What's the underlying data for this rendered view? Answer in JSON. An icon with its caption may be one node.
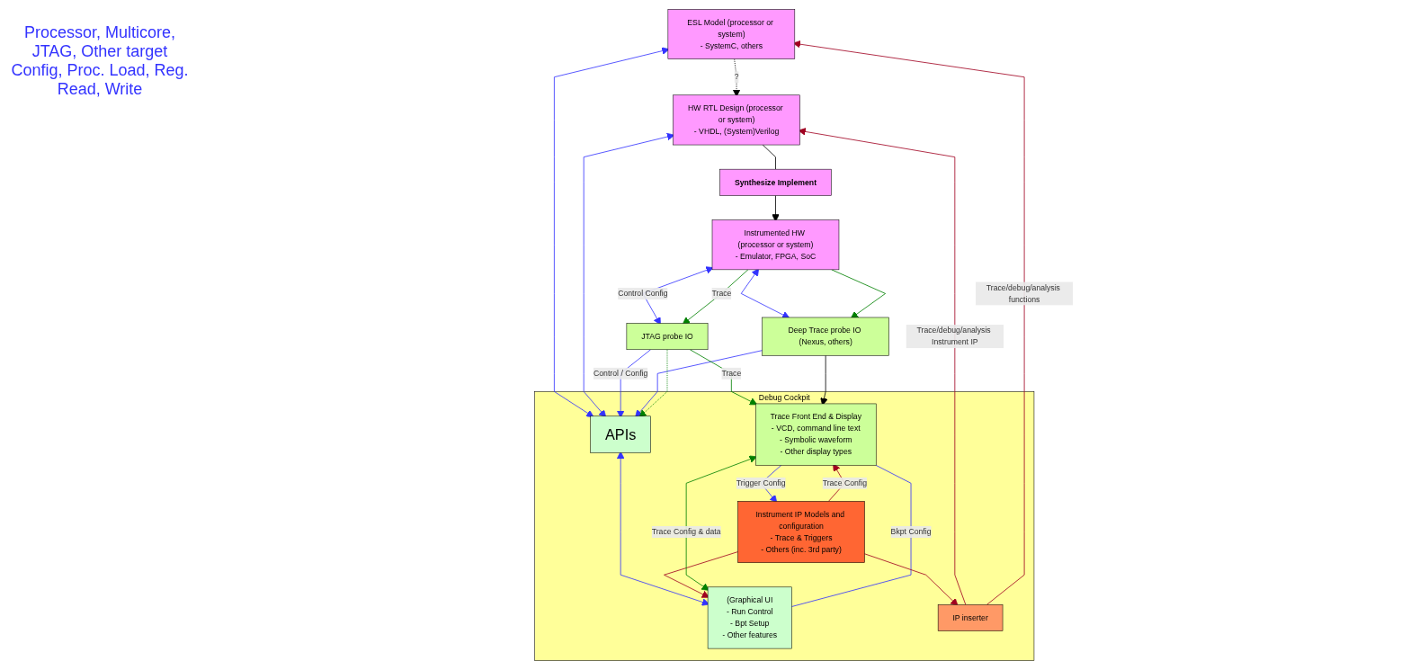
{
  "diagram": {
    "nodes": [
      {
        "text": [
          "ESL Model (processor or system)",
          "- SystemC, others"
        ]
      },
      {
        "text": [
          "HW RTL Design (processor or system)",
          "- VHDL, (System)Verilog"
        ]
      },
      {
        "text": [
          "Synthesize Implement"
        ]
      },
      {
        "text": [
          "Instrumented HW (processor or system)",
          "- Emulator, FPGA, SoC"
        ]
      },
      {
        "text": [
          "JTAG probe IO"
        ]
      },
      {
        "text": [
          "Deep Trace probe IO (Nexus, others)"
        ]
      },
      {
        "text": [
          "Debug Cockpit"
        ]
      },
      {
        "text": [
          "APIs"
        ],
        "in": 6
      },
      {
        "text": [
          "(Graphical UI",
          "- Run Control",
          "- Bpt Setup",
          "- Other features"
        ],
        "in": 6
      },
      {
        "text": [
          "Trace Front End & Display",
          "- VCD, command line text",
          "- Symbolic waveform",
          "- Other display types"
        ],
        "in": 6
      },
      {
        "text": [
          "IP inserter"
        ],
        "in": 6
      },
      {
        "text": [
          "Instrument IP Models and configuration",
          "- Trace & Triggers",
          "- Others (inc. 3rd party)"
        ],
        "in": 6
      }
    ],
    "edges": [
      {
        "from": 0,
        "to": 1,
        "arrow": "to",
        "label": "?",
        "style": "dashed",
        "color": "#000000"
      },
      {
        "from": 1,
        "to": 2,
        "arrow": "none",
        "color": "#000000"
      },
      {
        "from": 2,
        "to": 3,
        "arrow": "to",
        "color": "#000000"
      },
      {
        "from": 3,
        "to": 4,
        "arrow": "both",
        "label": "Control Config",
        "color": "#3333ff"
      },
      {
        "from": 3,
        "to": 4,
        "arrow": "to",
        "label": "Trace",
        "color": "#008000"
      },
      {
        "from": 3,
        "to": 5,
        "arrow": "both",
        "color": "#3333ff"
      },
      {
        "from": 3,
        "to": 5,
        "arrow": "to",
        "color": "#008000"
      },
      {
        "from": 0,
        "to": 7,
        "arrow": "both",
        "color": "#3333ff"
      },
      {
        "from": 1,
        "to": 7,
        "arrow": "both",
        "color": "#3333ff"
      },
      {
        "from": 4,
        "to": 7,
        "arrow": "to",
        "label": "Control / Config",
        "color": "#3333ff"
      },
      {
        "from": 5,
        "to": 7,
        "arrow": "to",
        "color": "#3333ff"
      },
      {
        "from": 4,
        "to": 9,
        "arrow": "to",
        "label": "Trace",
        "color": "#008000"
      },
      {
        "from": 4,
        "to": 7,
        "arrow": "to",
        "style": "dashed",
        "color": "#008000"
      },
      {
        "from": 5,
        "to": 9,
        "arrow": "to",
        "color": "#000000"
      },
      {
        "from": 10,
        "to": 1,
        "arrow": "to",
        "label": "Trace/debug/analysis Instrument IP",
        "color": "#a00020"
      },
      {
        "from": 10,
        "to": 0,
        "arrow": "to",
        "label": "Trace/debug/analysis functions",
        "color": "#a00020"
      },
      {
        "from": 7,
        "to": 8,
        "arrow": "both",
        "color": "#3333ff"
      },
      {
        "from": 11,
        "to": 8,
        "arrow": "to",
        "color": "#a00020"
      },
      {
        "from": 9,
        "to": 8,
        "arrow": "both",
        "label": "Trace Config & data",
        "color": "#008000"
      },
      {
        "from": 9,
        "to": 8,
        "arrow": "none",
        "label": "Bkpt Config",
        "color": "#3333ff"
      },
      {
        "from": 11,
        "to": 9,
        "arrow": "to",
        "label": "Trace Config",
        "color": "#a00020"
      },
      {
        "from": 9,
        "to": 11,
        "arrow": "to",
        "label": "Trigger Config",
        "color": "#3333ff"
      },
      {
        "from": 11,
        "to": 10,
        "arrow": "to",
        "color": "#a00020"
      }
    ],
    "labels": [
      "Processor, Multicore, JTAG, Other target Config, Proc. Load, Reg. Read, Write"
    ]
  }
}
